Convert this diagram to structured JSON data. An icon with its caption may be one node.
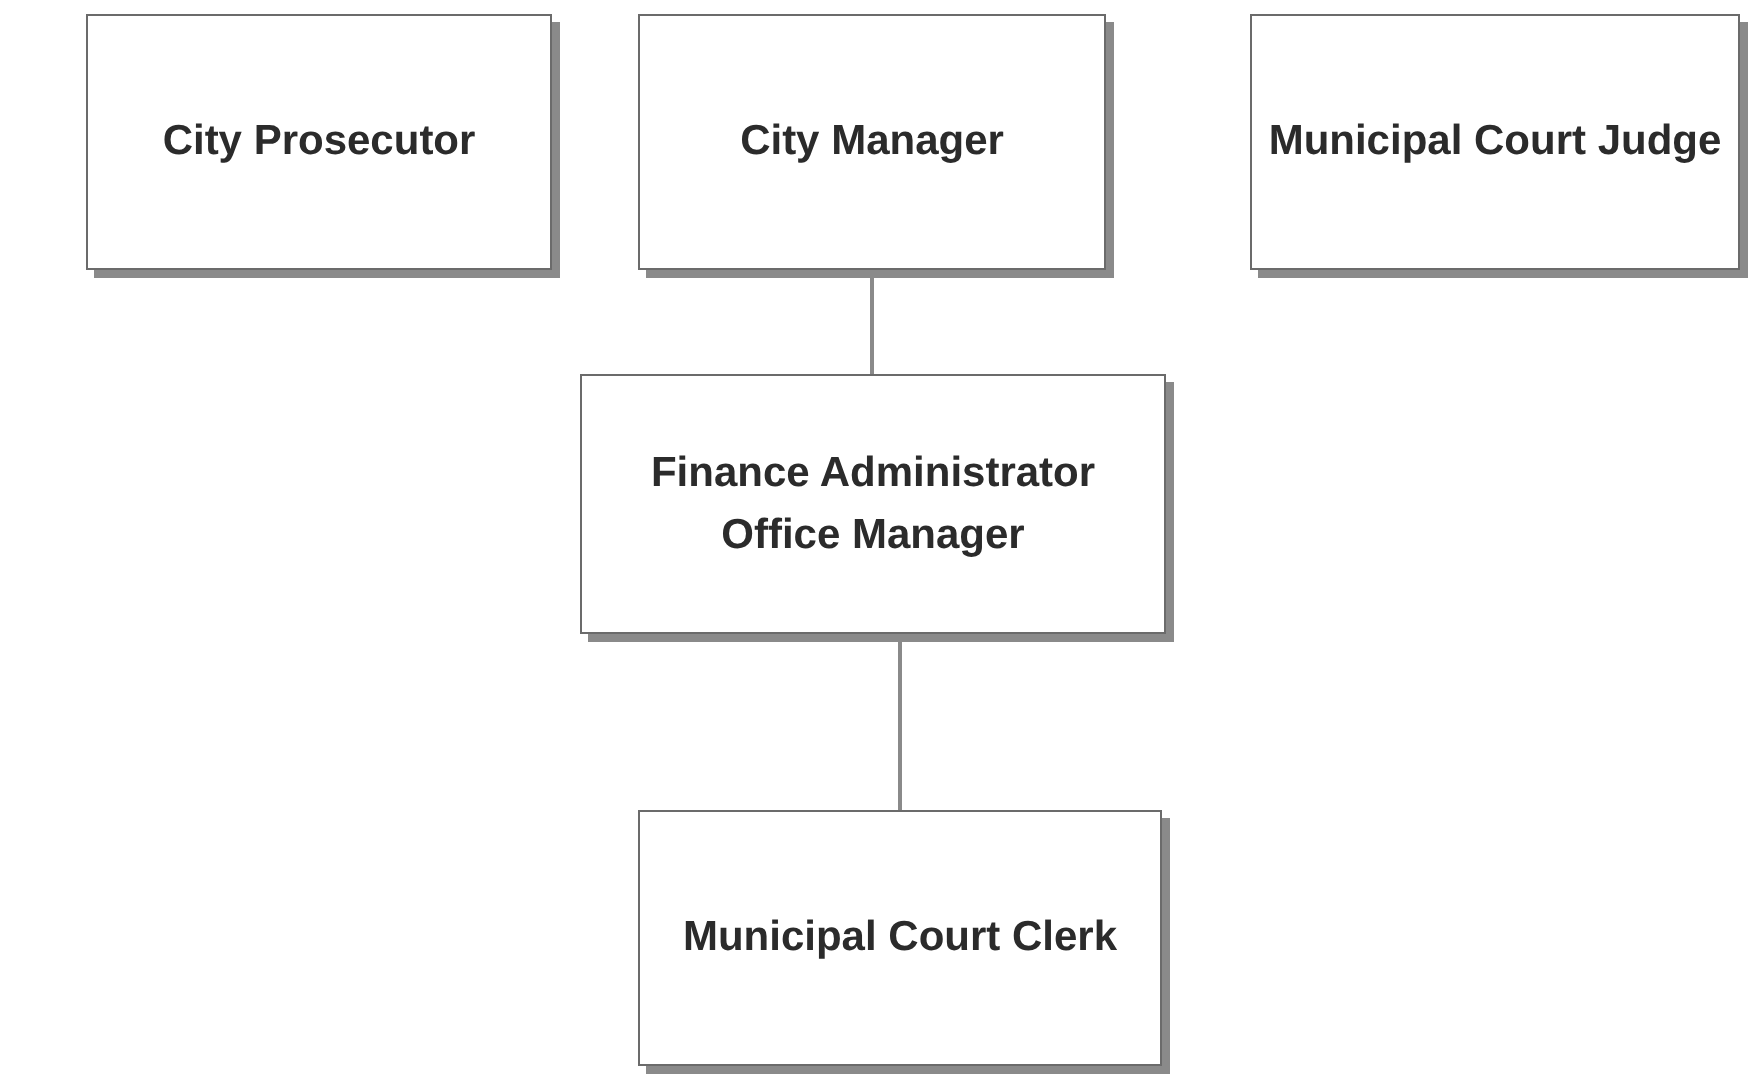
{
  "diagram": {
    "nodes": [
      {
        "text": [
          "City Prosecutor"
        ]
      },
      {
        "text": [
          "City Manager"
        ]
      },
      {
        "text": [
          "Municipal Court Judge"
        ]
      },
      {
        "text": [
          "Finance Administrator",
          "Office Manager"
        ]
      },
      {
        "text": [
          "Municipal Court Clerk"
        ]
      }
    ],
    "edges": [
      {
        "from": 1,
        "to": 3,
        "arrow": "none"
      },
      {
        "from": 3,
        "to": 4,
        "arrow": "none"
      }
    ]
  }
}
